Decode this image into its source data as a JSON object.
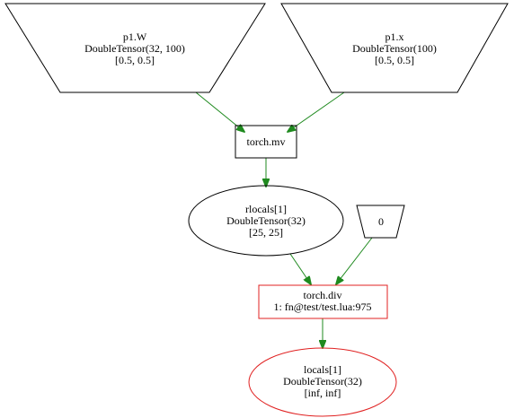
{
  "colors": {
    "node_stroke": "#000000",
    "error_stroke": "#e02020",
    "edge": "#1f8a1f",
    "background": "#ffffff"
  },
  "nodes": {
    "p1_W": {
      "shape": "inverted-trapezium",
      "lines": [
        "p1.W",
        "DoubleTensor(32, 100)",
        "[0.5, 0.5]"
      ]
    },
    "p1_x": {
      "shape": "inverted-trapezium",
      "lines": [
        "p1.x",
        "DoubleTensor(100)",
        "[0.5, 0.5]"
      ]
    },
    "torch_mv": {
      "shape": "box",
      "lines": [
        "torch.mv"
      ]
    },
    "rlocals_1": {
      "shape": "ellipse",
      "lines": [
        "rlocals[1]",
        "DoubleTensor(32)",
        "[25, 25]"
      ]
    },
    "zero": {
      "shape": "inverted-trapezium",
      "lines": [
        "0"
      ]
    },
    "torch_div": {
      "shape": "box",
      "highlight": "error",
      "lines": [
        "torch.div",
        "1: fn@test/test.lua:975"
      ]
    },
    "locals_1": {
      "shape": "ellipse",
      "highlight": "error",
      "lines": [
        "locals[1]",
        "DoubleTensor(32)",
        "[inf, inf]"
      ]
    }
  },
  "edges": [
    {
      "from": "p1.W",
      "to": "torch.mv"
    },
    {
      "from": "p1.x",
      "to": "torch.mv"
    },
    {
      "from": "torch.mv",
      "to": "rlocals[1]"
    },
    {
      "from": "rlocals[1]",
      "to": "torch.div"
    },
    {
      "from": "0",
      "to": "torch.div"
    },
    {
      "from": "torch.div",
      "to": "locals[1]"
    }
  ]
}
